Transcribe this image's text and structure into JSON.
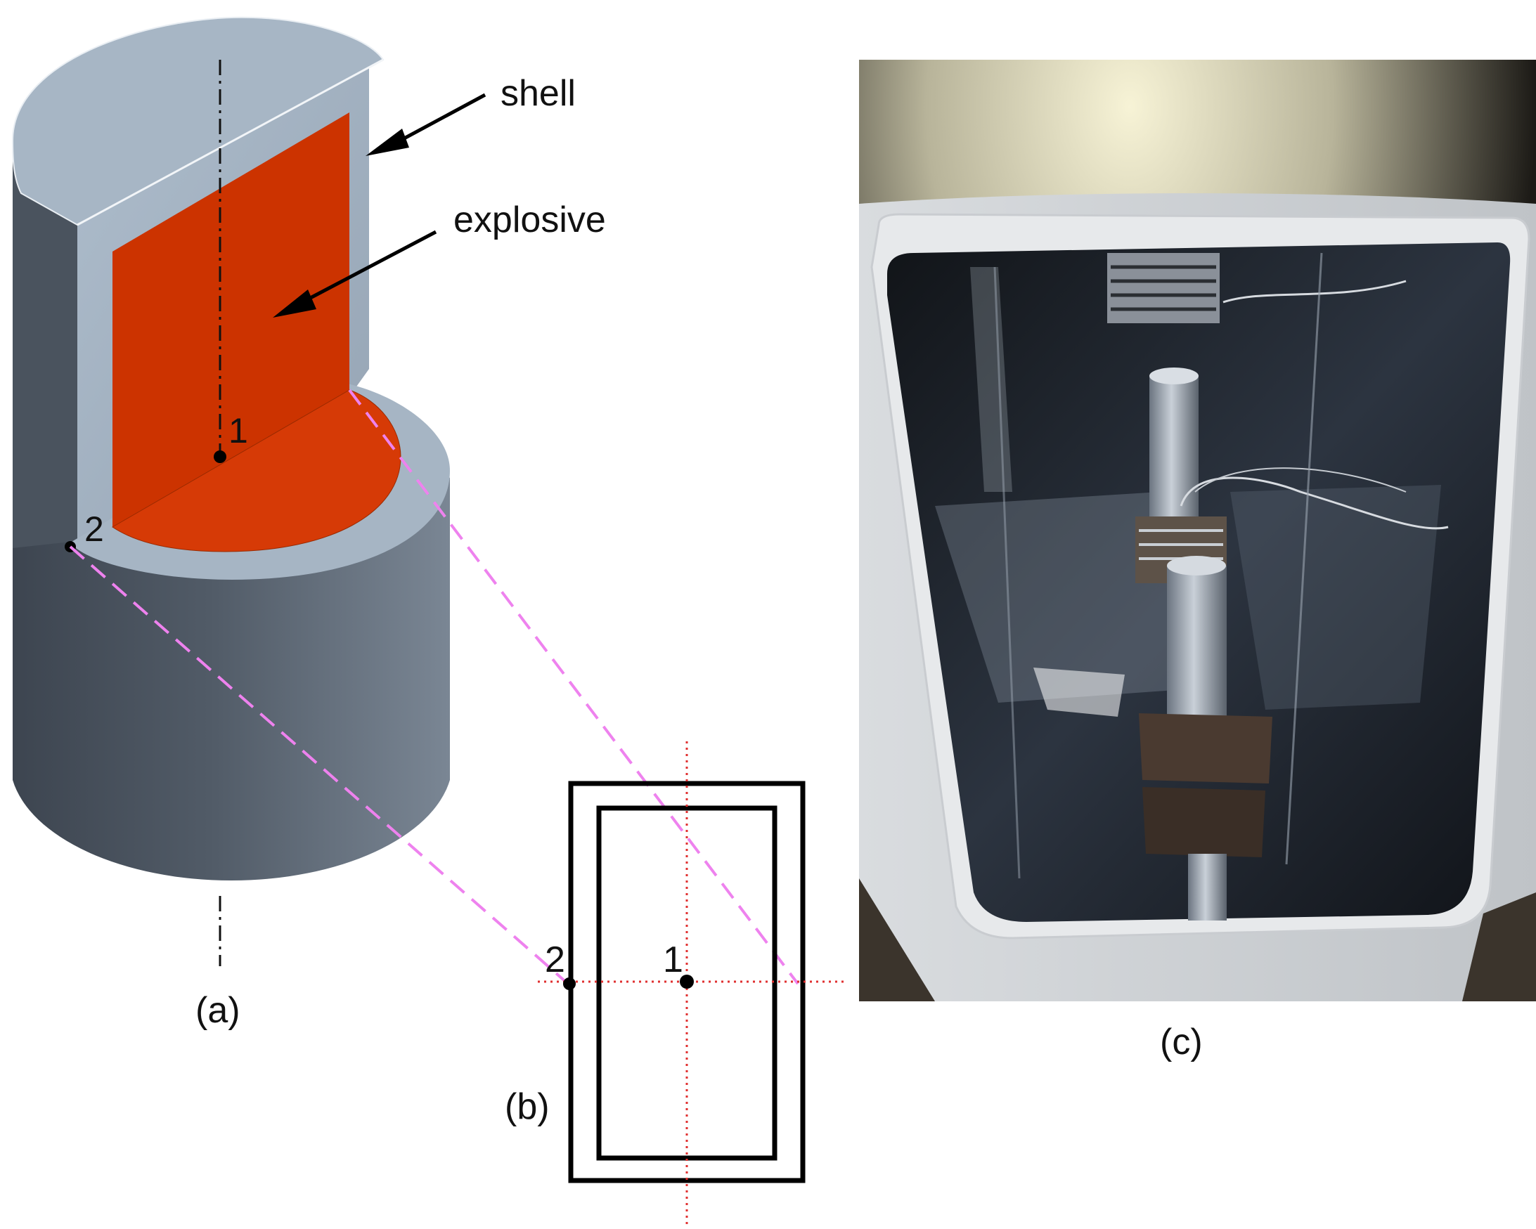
{
  "panel_a": {
    "caption": "(a)",
    "callouts": {
      "shell": "shell",
      "explosive": "explosive"
    },
    "points": {
      "p1": "1",
      "p2": "2"
    },
    "colors": {
      "shell_side": "#5f6b78",
      "shell_top": "#a9b7c6",
      "explosive": "#cc3300",
      "guide_lines": "#ee82ee"
    }
  },
  "panel_b": {
    "caption": "(b)",
    "points": {
      "p1": "1",
      "p2": "2"
    },
    "colors": {
      "axis_lines": "#e03030",
      "outline": "#000000"
    }
  },
  "panel_c": {
    "caption": "(c)",
    "content": "photograph"
  }
}
